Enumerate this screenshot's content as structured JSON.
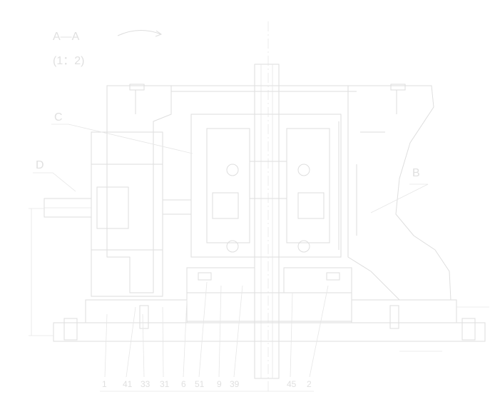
{
  "view": {
    "section": "A—A",
    "scale": "(1：2)",
    "rotation_icon": "rotation-arrow-icon"
  },
  "callouts": {
    "c": "C",
    "d": "D",
    "b": "B"
  },
  "bottom_labels": [
    "1",
    "41",
    "33",
    "31",
    "6",
    "51",
    "9",
    "39",
    "45",
    "2"
  ],
  "colors": {
    "line": "#dedede",
    "background": "#ffffff"
  }
}
